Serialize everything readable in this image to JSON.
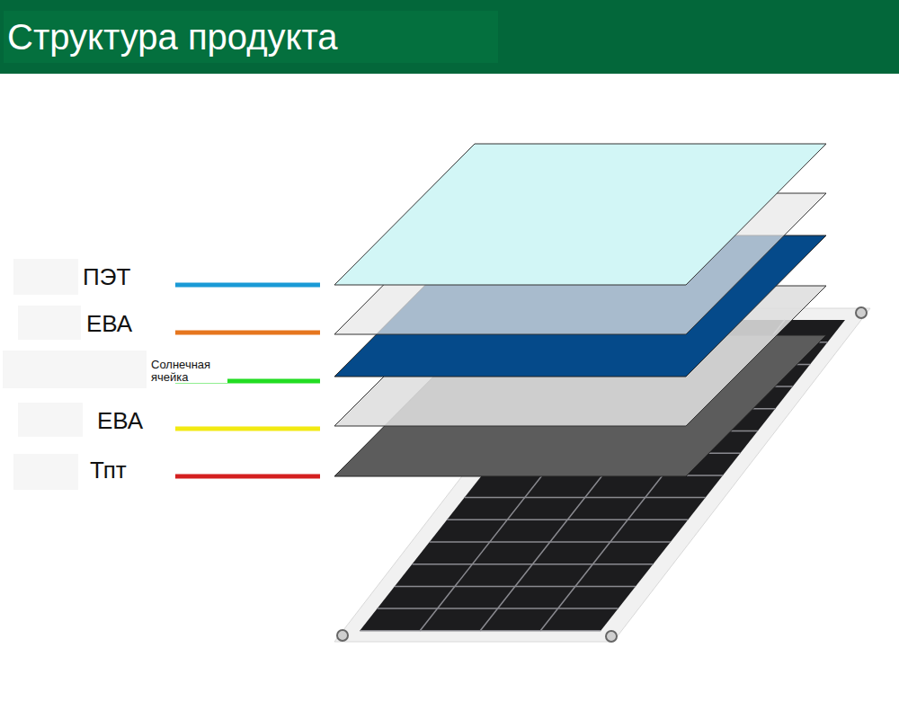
{
  "diagram": {
    "title": "Структура продукта",
    "labels": [
      "ПЭТ",
      "ЕВА",
      "Солнечная ячейка",
      "ЕВА",
      "Тпт"
    ]
  }
}
